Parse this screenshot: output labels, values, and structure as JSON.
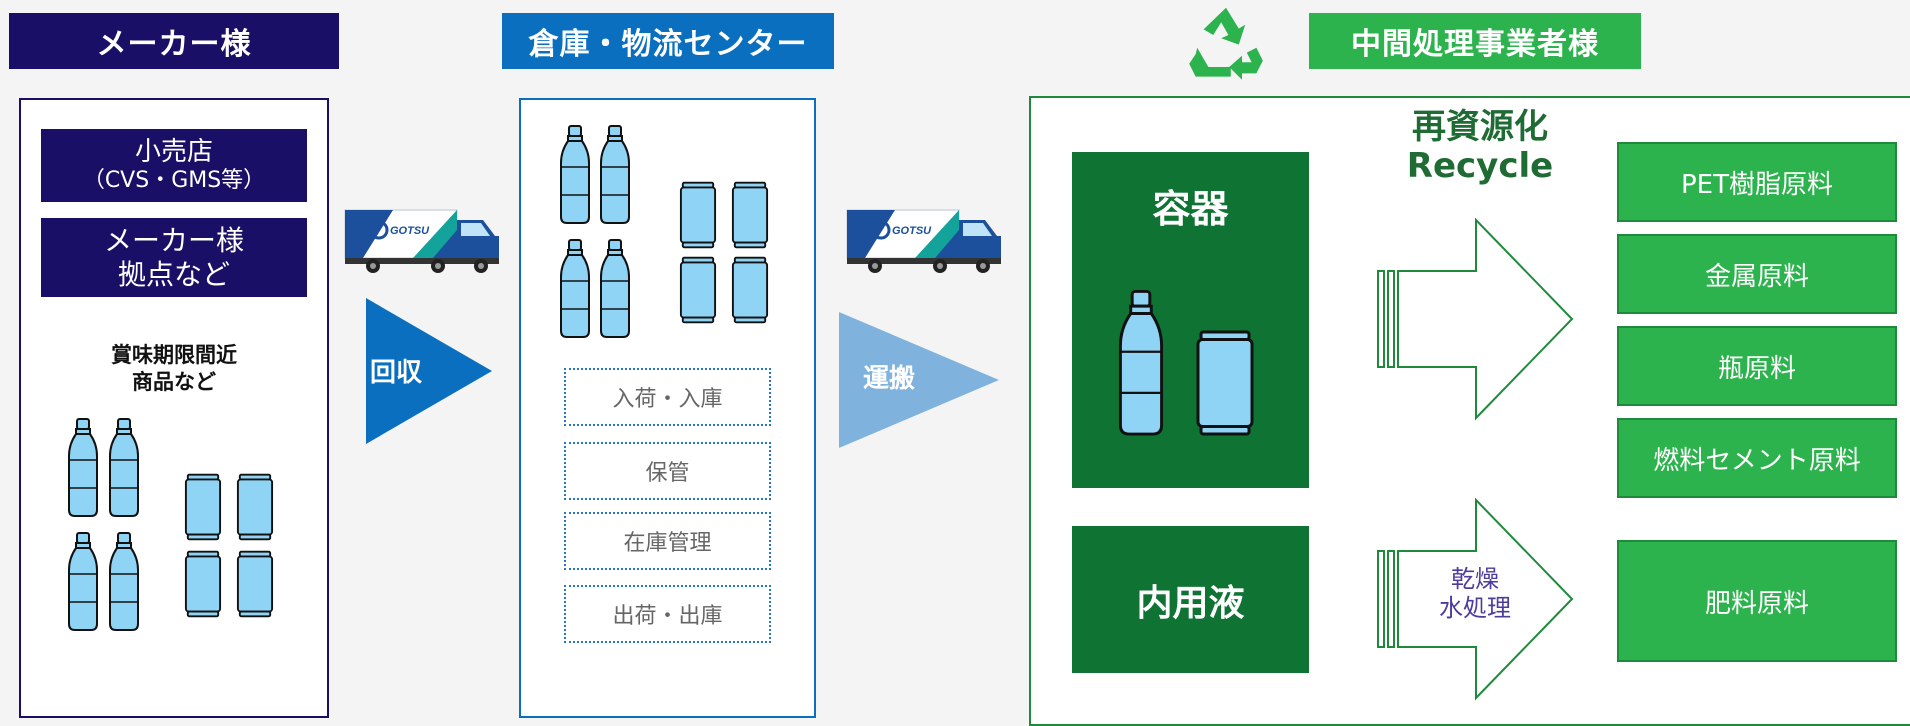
{
  "colors": {
    "navy": "#1a0f66",
    "blue": "#0a6fbe",
    "light_blue": "#7fb3de",
    "green": "#2db34e",
    "dark_green": "#0e7333",
    "outline_green": "#1f8a3b"
  },
  "headers": {
    "maker": "メーカー様",
    "warehouse": "倉庫・物流センター",
    "processor": "中間処理事業者様"
  },
  "maker_panel": {
    "retail_line1": "小売店",
    "retail_line2": "（CVS・GMS等）",
    "base_line1": "メーカー様",
    "base_line2": "拠点など",
    "caption_line1": "賞味期限間近",
    "caption_line2": "商品など"
  },
  "arrows": {
    "collect": "回収",
    "transport": "運搬"
  },
  "truck": {
    "logo_text": "GOTSU"
  },
  "warehouse_steps": [
    "入荷・入庫",
    "保管",
    "在庫管理",
    "出荷・出庫"
  ],
  "processor_panel": {
    "container_label": "容器",
    "liquid_label": "内用液",
    "recycle_title_jp": "再資源化",
    "recycle_title_en": "Recycle",
    "drying_line1": "乾燥",
    "drying_line2": "水処理"
  },
  "materials": [
    "PET樹脂原料",
    "金属原料",
    "瓶原料",
    "燃料セメント原料"
  ],
  "fertilizer": "肥料原料",
  "icons": [
    "recycle-icon",
    "truck-icon",
    "bottle-icon",
    "can-icon",
    "hollow-arrow-icon"
  ]
}
